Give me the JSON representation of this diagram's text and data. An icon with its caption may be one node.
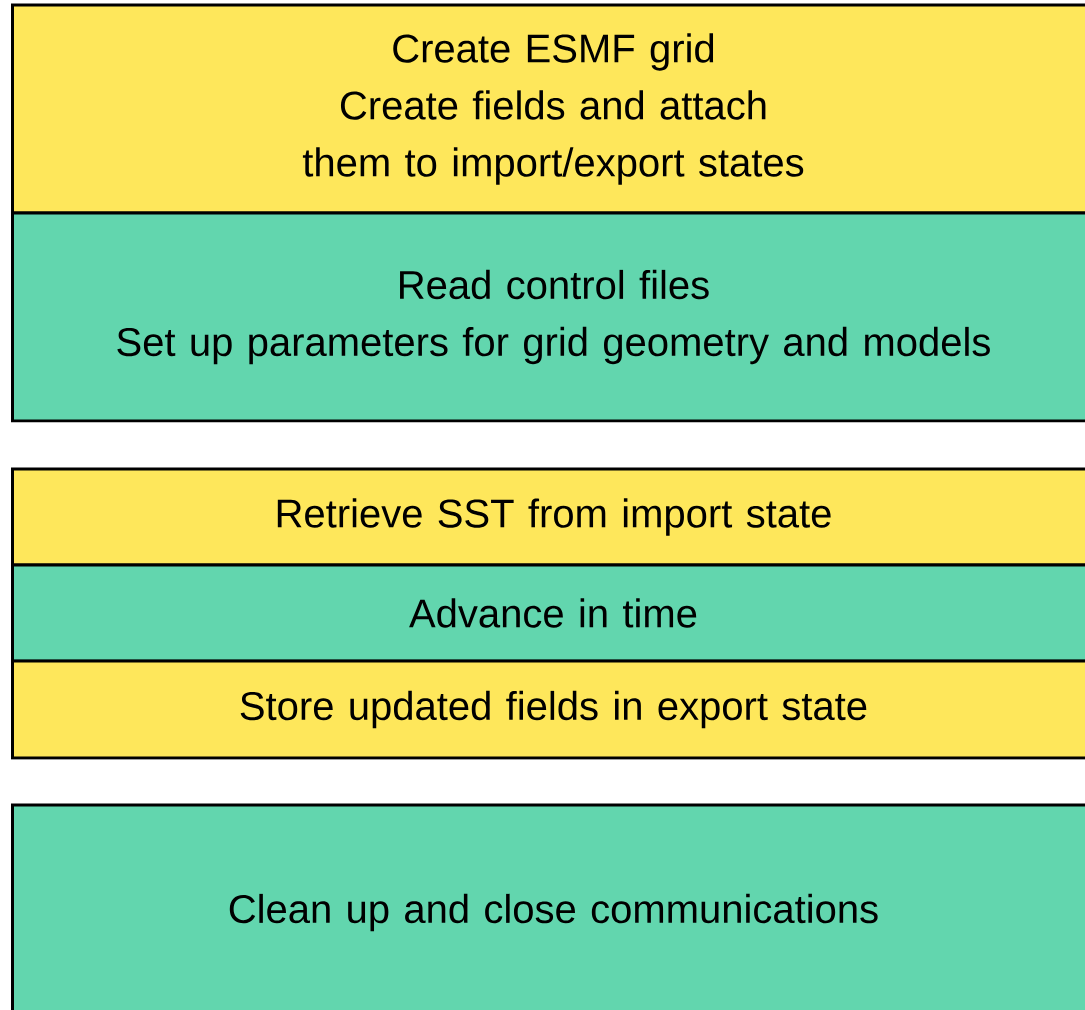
{
  "diagram": {
    "nodes": [
      {
        "text": [
          "Create ESMF grid",
          "Create fields and attach them to import/export states"
        ]
      },
      {
        "text": [
          "Read control files",
          "Set up parameters for grid geometry and models"
        ]
      },
      {
        "text": [
          "Retrieve SST from import state"
        ]
      },
      {
        "text": [
          "Advance in time"
        ]
      },
      {
        "text": [
          "Store updated fields in export state"
        ]
      },
      {
        "text": [
          "Clean up and close communications"
        ]
      }
    ]
  }
}
